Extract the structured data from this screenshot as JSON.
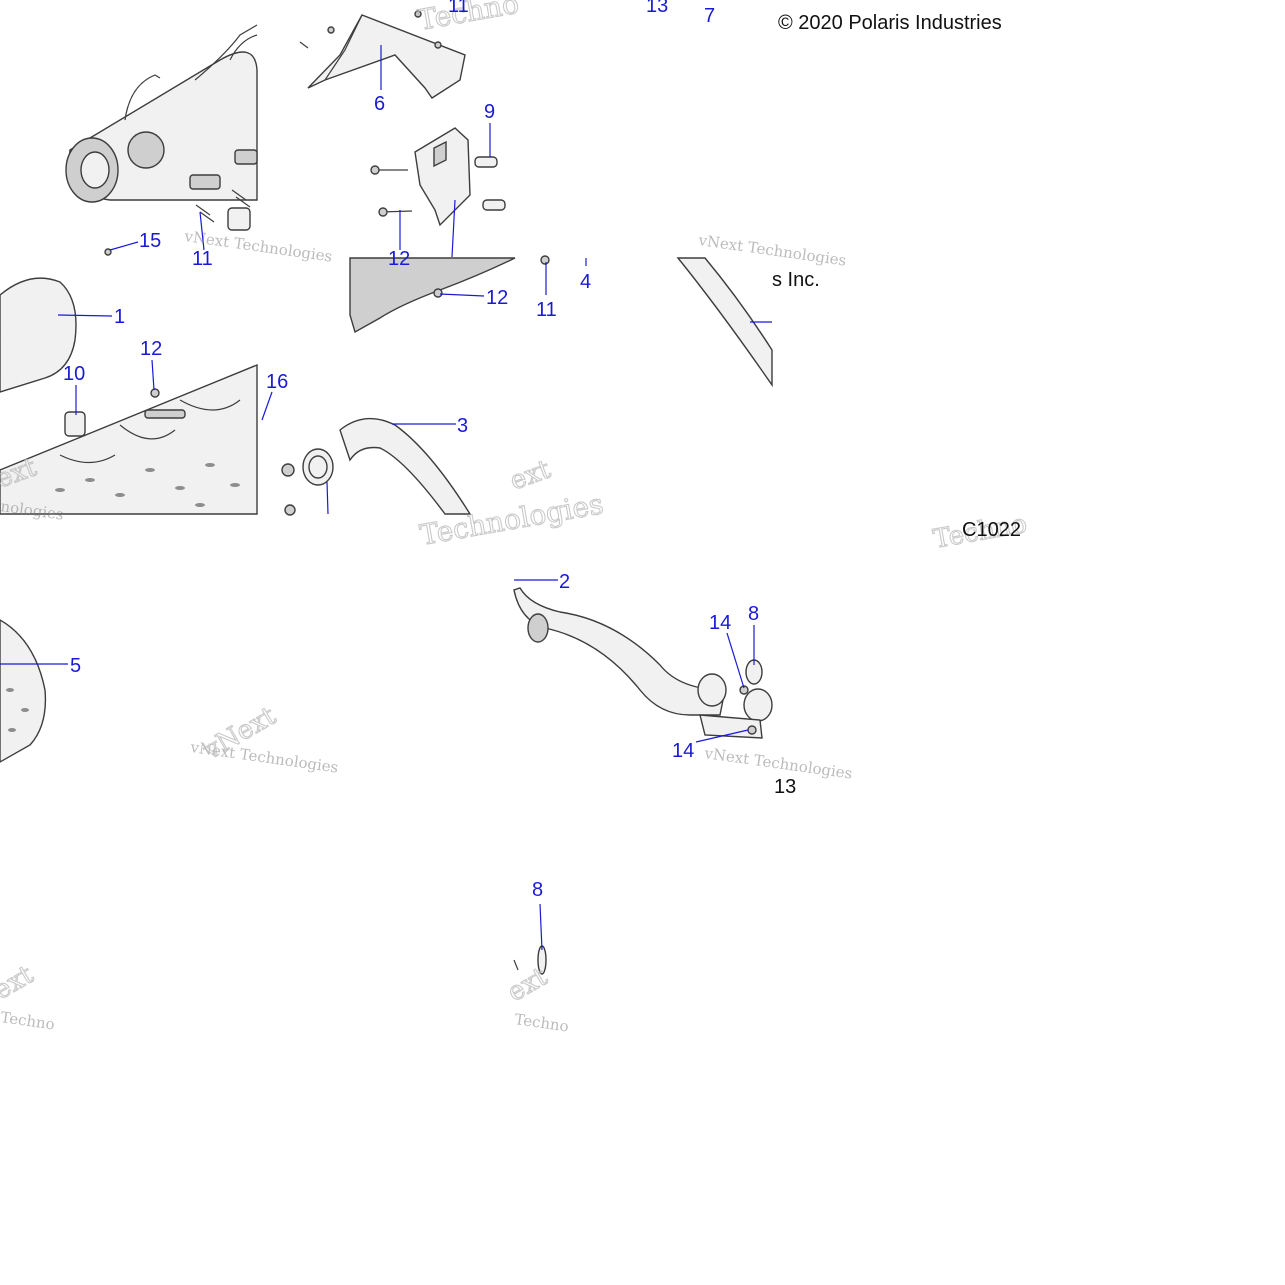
{
  "copyright": "© 2020 Polaris Industries",
  "copyright_suffix": "s Inc.",
  "diagram_code": "C1022",
  "watermark": {
    "brand": "vNext",
    "brand_full": "vNext Technologies",
    "word": "Technologies",
    "fragment_next": "ext",
    "fragment_techno": "Techno",
    "fragment_nologies": "nologies"
  },
  "callouts": {
    "c1": "1",
    "c2": "2",
    "c3": "3",
    "c4": "4",
    "c5": "5",
    "c6": "6",
    "c7": "7",
    "c8a": "8",
    "c8b": "8",
    "c9": "9",
    "c10": "10",
    "c11a": "11",
    "c11b": "11",
    "c11c": "11",
    "c12a": "12",
    "c12b": "12",
    "c12c": "12",
    "c13a": "13",
    "c13b": "13",
    "c14a": "14",
    "c14b": "14",
    "c15": "15",
    "c16": "16"
  },
  "colors": {
    "callout": "#1a1ad6",
    "line_art": "#3d3d3d",
    "background": "#ffffff"
  }
}
